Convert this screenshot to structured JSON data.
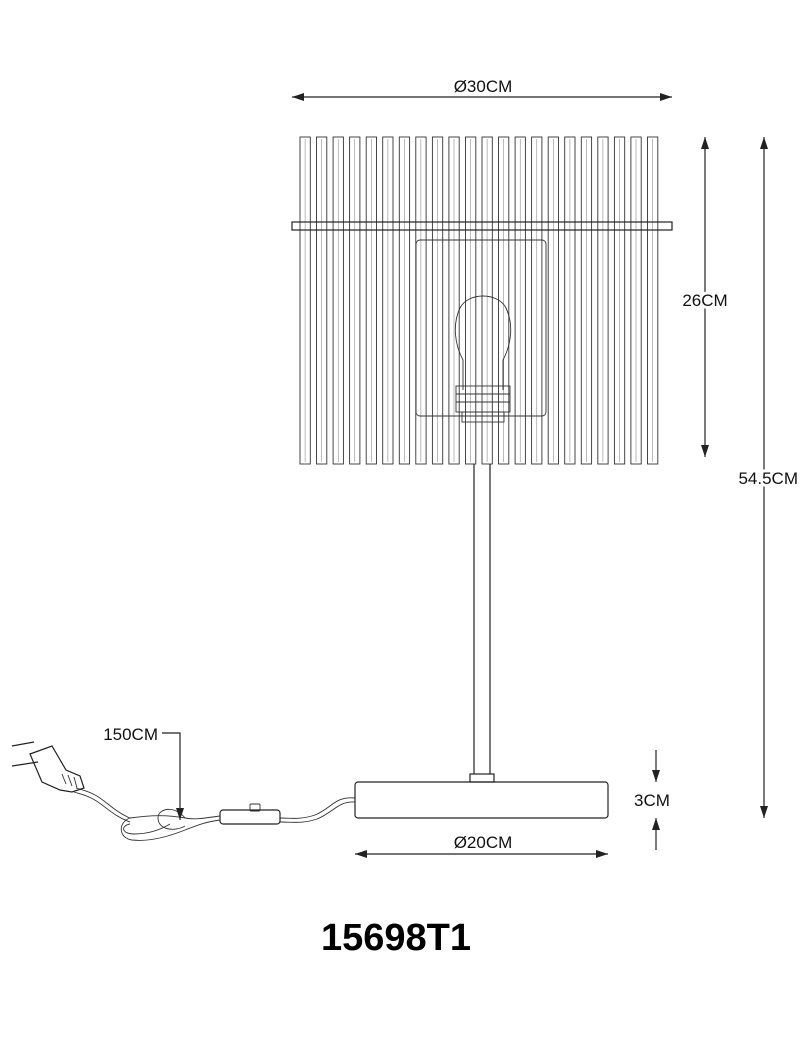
{
  "dimensions": {
    "shade_diameter": "Ø30CM",
    "shade_height": "26CM",
    "total_height": "54.5CM",
    "cable_length": "150CM",
    "base_height": "3CM",
    "base_diameter": "Ø20CM"
  },
  "model_number": "15698T1",
  "colors": {
    "line": "#222222",
    "background": "#ffffff"
  }
}
